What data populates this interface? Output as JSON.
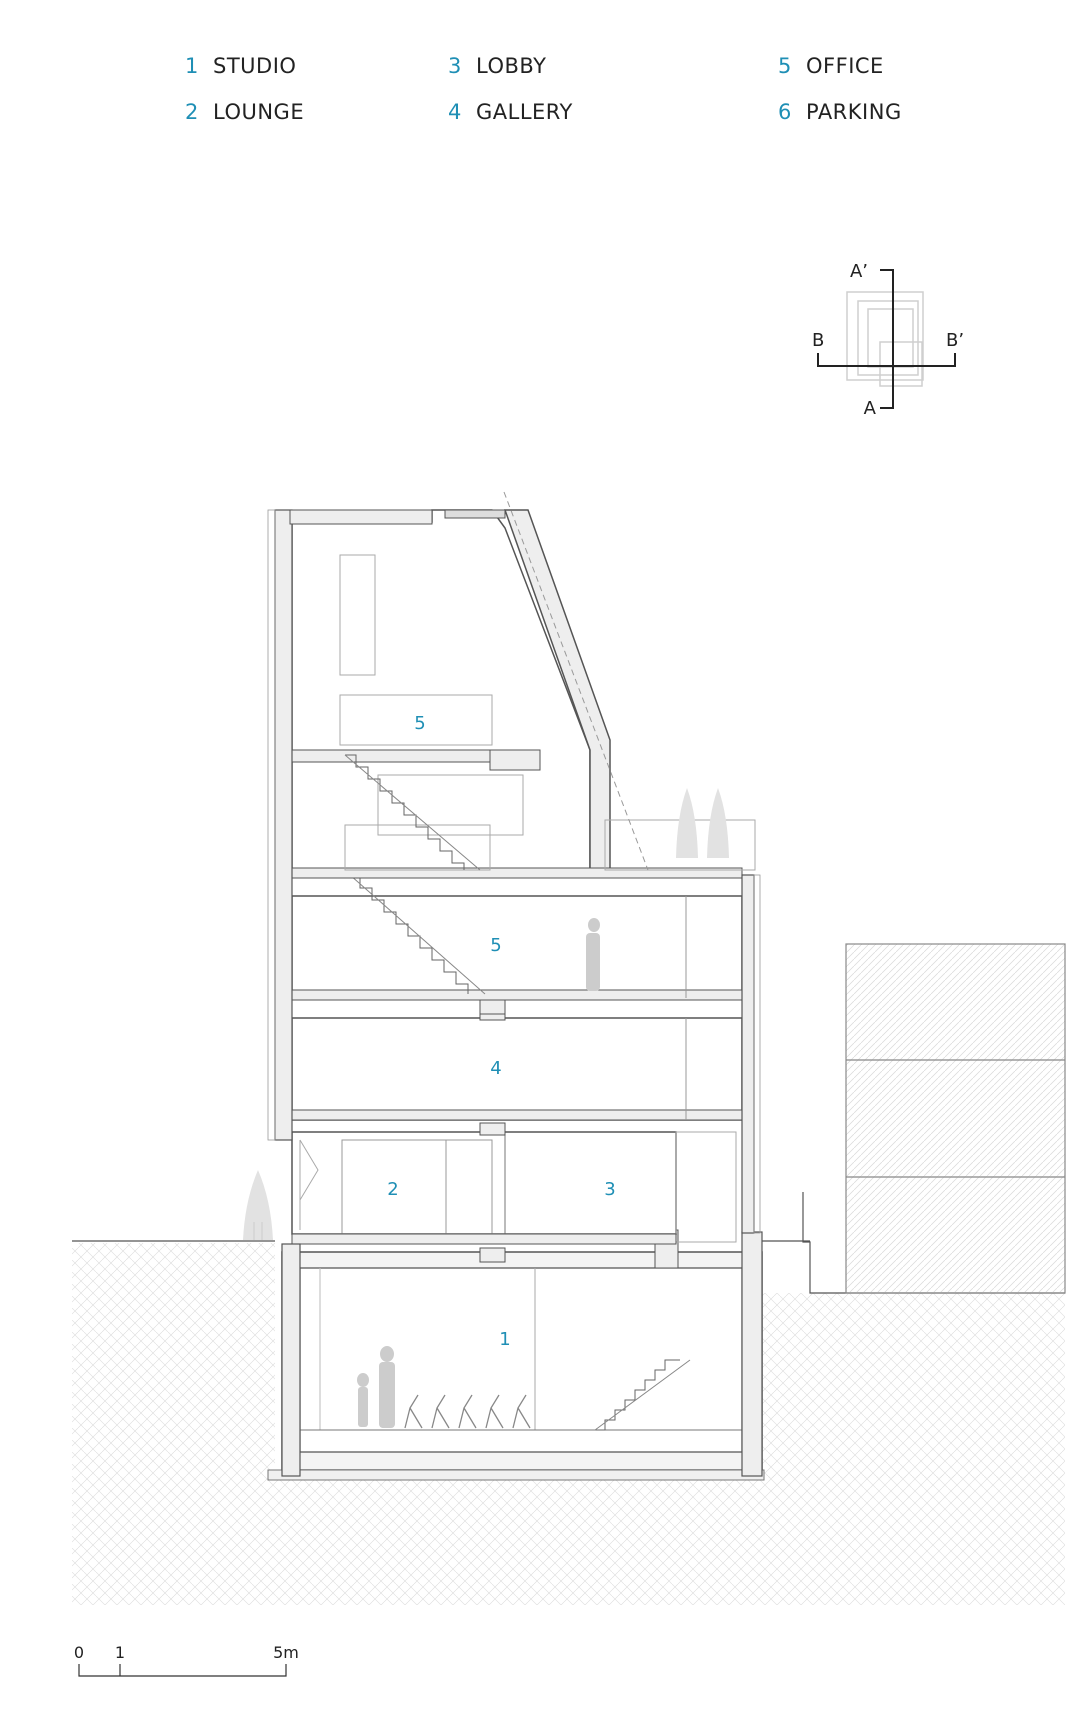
{
  "legend": [
    {
      "num": "1",
      "label": "STUDIO"
    },
    {
      "num": "2",
      "label": "LOUNGE"
    },
    {
      "num": "3",
      "label": "LOBBY"
    },
    {
      "num": "4",
      "label": "GALLERY"
    },
    {
      "num": "5",
      "label": "OFFICE"
    },
    {
      "num": "6",
      "label": "PARKING"
    }
  ],
  "room_tags": {
    "office_upper": "5",
    "office_lower": "5",
    "gallery": "4",
    "lounge": "2",
    "lobby": "3",
    "studio": "1"
  },
  "key_plan": {
    "a_prime": "A’",
    "a": "A",
    "b": "B",
    "b_prime": "B’"
  },
  "scale_bar": {
    "tick_0": "0",
    "tick_1": "1",
    "tick_5": "5m"
  },
  "colors": {
    "accent": "#1f8fb5",
    "line": "#555555",
    "fill_wall": "#eeeeee"
  }
}
